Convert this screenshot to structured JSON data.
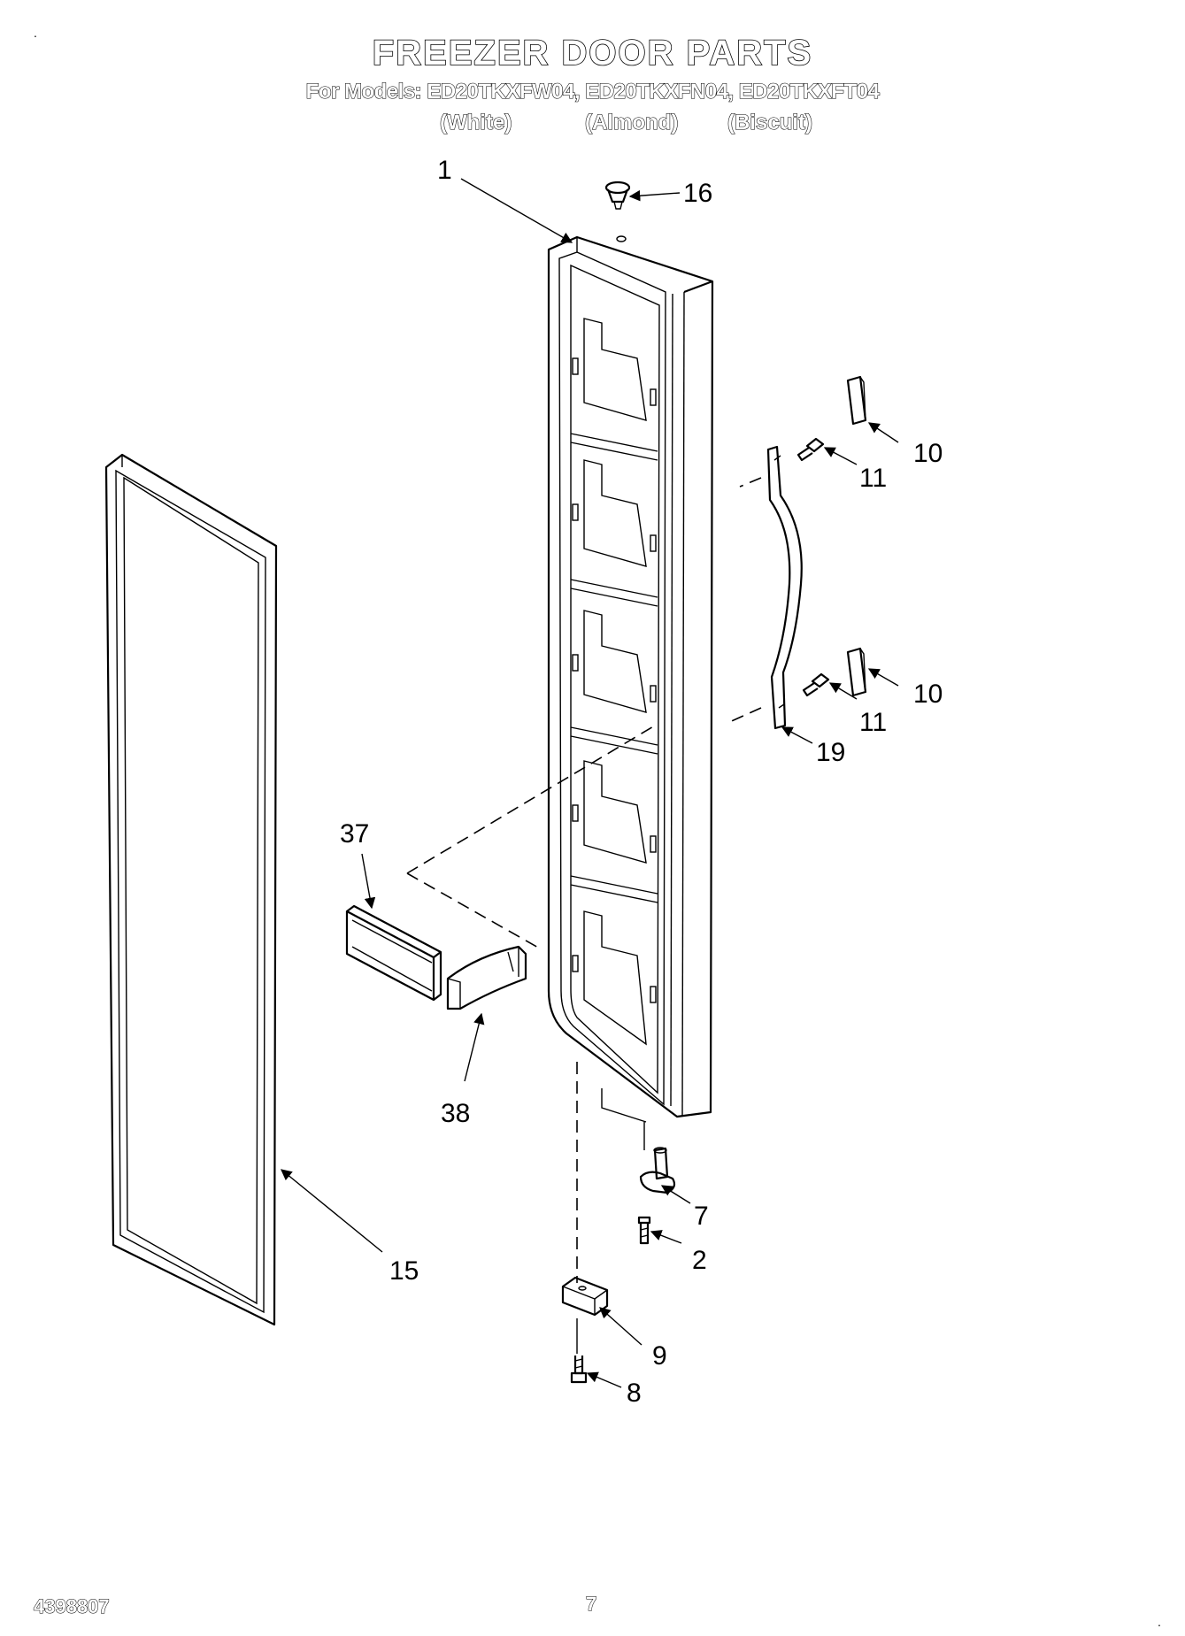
{
  "header": {
    "title": "FREEZER DOOR PARTS",
    "models_line": "For Models: ED20TKXFW04, ED20TKXFN04, ED20TKXFT04",
    "color_white": "(White)",
    "color_almond": "(Almond)",
    "color_biscuit": "(Biscuit)"
  },
  "callouts": {
    "door": "1",
    "cap_plug": "16",
    "handle_top_cap": "10",
    "handle_top_screw": "11",
    "handle_bottom_cap": "10",
    "handle_bottom_screw": "11",
    "handle": "19",
    "bin_rail": "37",
    "bin_end": "38",
    "gasket": "15",
    "hinge_pin_bracket": "7",
    "hinge_screw": "2",
    "bottom_hinge": "9",
    "bottom_hinge_screw": "8"
  },
  "footer": {
    "doc_number": "4398807",
    "page_number": "7"
  }
}
